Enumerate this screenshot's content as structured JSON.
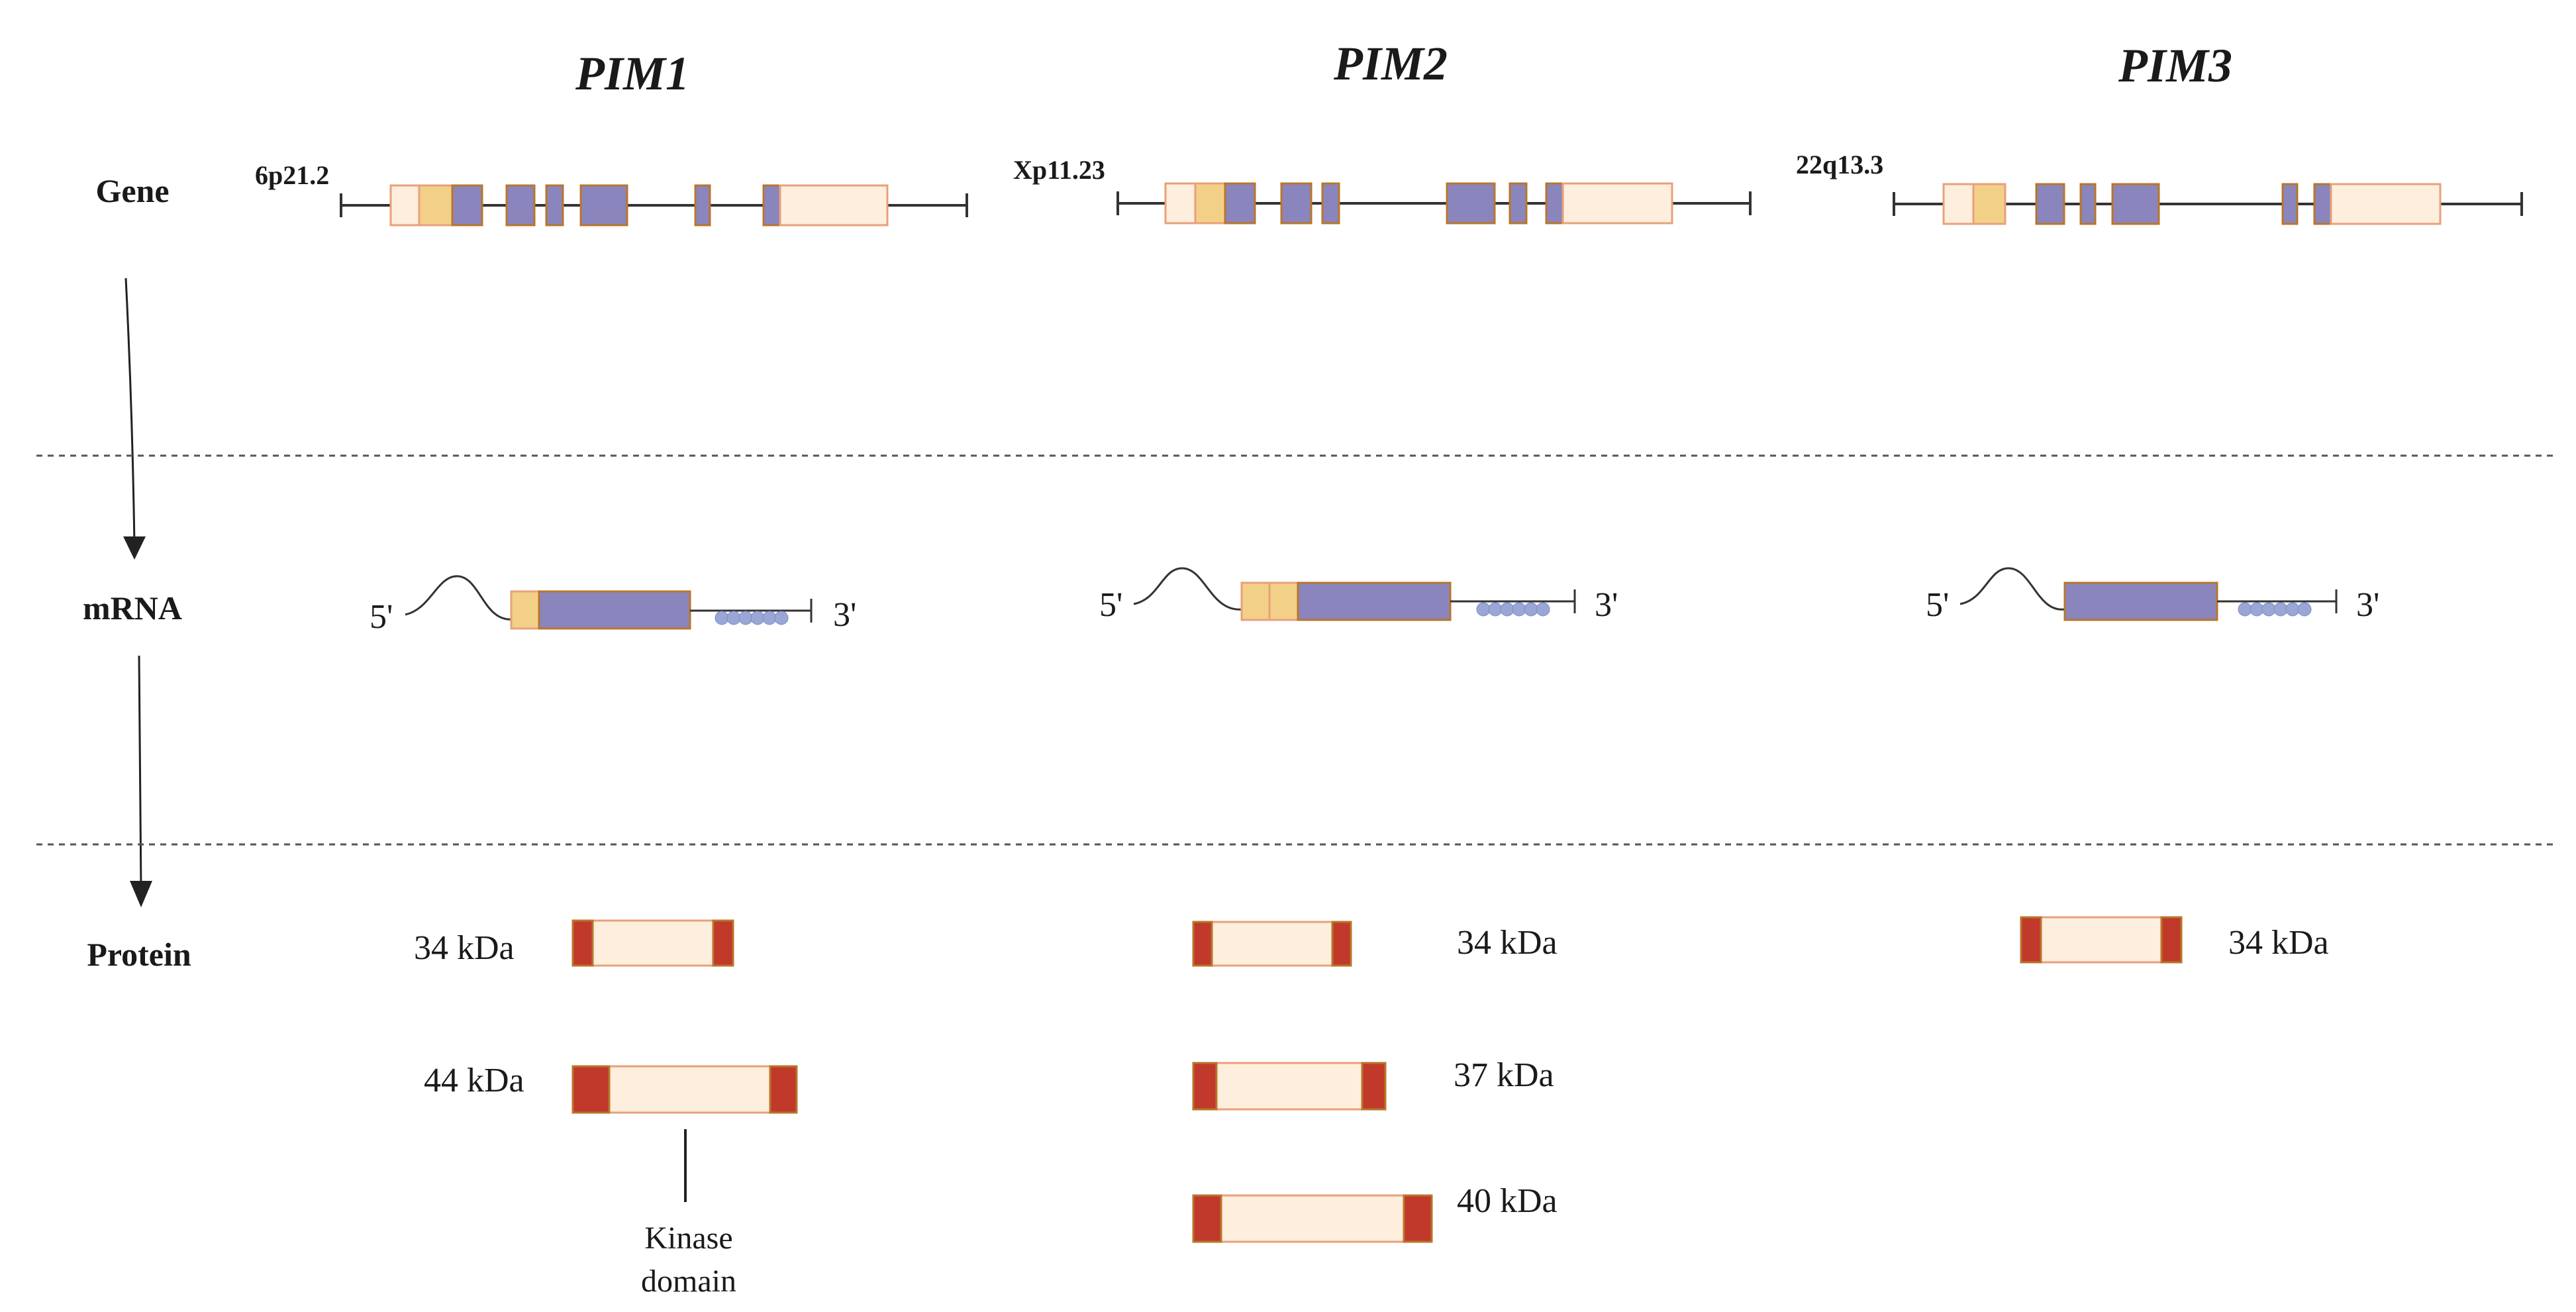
{
  "genes": [
    {
      "name": "PIM1",
      "locus": "6p21.2",
      "proteins": [
        "34 kDa",
        "44 kDa"
      ]
    },
    {
      "name": "PIM2",
      "locus": "Xp11.23",
      "proteins": [
        "34 kDa",
        "37 kDa",
        "40 kDa"
      ]
    },
    {
      "name": "PIM3",
      "locus": "22q13.3",
      "proteins": [
        "34 kDa"
      ]
    }
  ],
  "rows": {
    "gene": "Gene",
    "mrna": "mRNA",
    "protein": "Protein"
  },
  "mrna_ends": {
    "five": "5'",
    "three": "3'"
  },
  "annotation": {
    "line1": "Kinase",
    "line2": "domain"
  },
  "colors": {
    "exon_coding": "#8b85bd",
    "utr_light": "#fdeedd",
    "utr_yellow": "#f3d088",
    "outline": "#b8762a",
    "kinase_end": "#c0392b",
    "polyA": "#9aa7d6",
    "line": "#333333"
  }
}
